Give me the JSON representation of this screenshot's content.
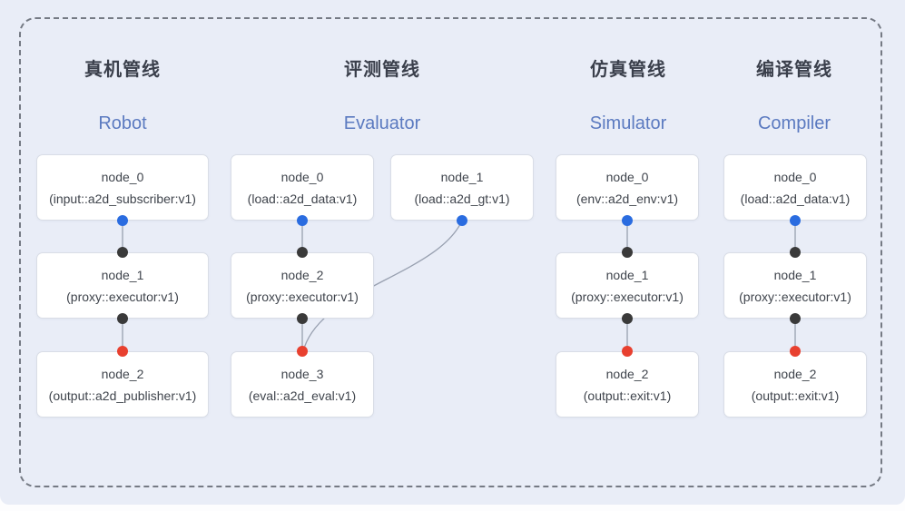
{
  "diagram": {
    "pipelines": [
      {
        "title_zh": "真机管线",
        "title_en": "Robot",
        "nodes": [
          {
            "name": "node_0",
            "impl": "(input::a2d_subscriber:v1)"
          },
          {
            "name": "node_1",
            "impl": "(proxy::executor:v1)"
          },
          {
            "name": "node_2",
            "impl": "(output::a2d_publisher:v1)"
          }
        ]
      },
      {
        "title_zh": "评测管线",
        "title_en": "Evaluator",
        "nodes": [
          {
            "name": "node_0",
            "impl": "(load::a2d_data:v1)"
          },
          {
            "name": "node_1",
            "impl": "(load::a2d_gt:v1)"
          },
          {
            "name": "node_2",
            "impl": "(proxy::executor:v1)"
          },
          {
            "name": "node_3",
            "impl": "(eval::a2d_eval:v1)"
          }
        ]
      },
      {
        "title_zh": "仿真管线",
        "title_en": "Simulator",
        "nodes": [
          {
            "name": "node_0",
            "impl": "(env::a2d_env:v1)"
          },
          {
            "name": "node_1",
            "impl": "(proxy::executor:v1)"
          },
          {
            "name": "node_2",
            "impl": "(output::exit:v1)"
          }
        ]
      },
      {
        "title_zh": "编译管线",
        "title_en": "Compiler",
        "nodes": [
          {
            "name": "node_0",
            "impl": "(load::a2d_data:v1)"
          },
          {
            "name": "node_1",
            "impl": "(proxy::executor:v1)"
          },
          {
            "name": "node_2",
            "impl": "(output::exit:v1)"
          }
        ]
      }
    ],
    "colors": {
      "background": "#e9edf7",
      "frame_dash": "#757a84",
      "node_fill": "#ffffff",
      "node_border": "#d9dde6",
      "edge": "#98a0b0",
      "port_source": "#2a6ce0",
      "port_internal": "#3a3a3a",
      "port_sink": "#e8402f",
      "title_zh_color": "#3a3f4b",
      "title_en_color": "#5b7ac0",
      "node_text_color": "#3f444c"
    }
  }
}
